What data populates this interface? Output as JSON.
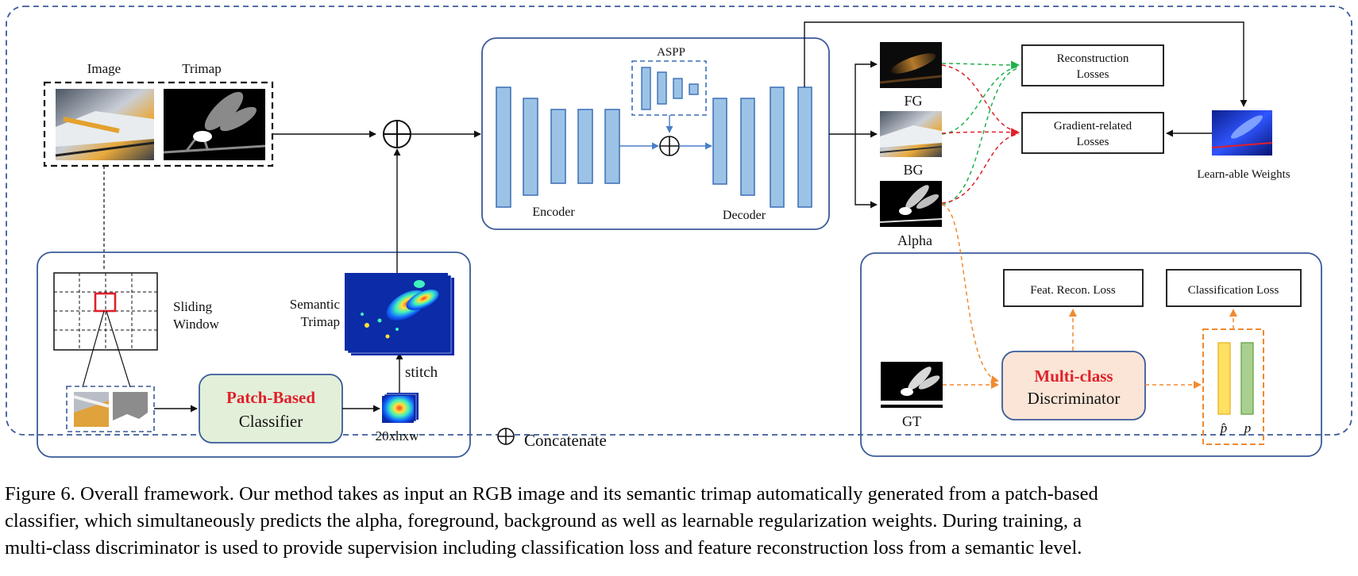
{
  "input": {
    "image_label": "Image",
    "trimap_label": "Trimap"
  },
  "sliding": {
    "label_line1": "Sliding",
    "label_line2": "Window"
  },
  "classifier": {
    "title": "Patch-Based",
    "subtitle": "Classifier",
    "size_label": "20xhxw",
    "stitch_label": "stitch"
  },
  "semantic_trimap": {
    "label_line1": "Semantic",
    "label_line2": "Trimap"
  },
  "network": {
    "aspp_label": "ASPP",
    "encoder_label": "Encoder",
    "decoder_label": "Decoder"
  },
  "outputs": {
    "fg_label": "FG",
    "bg_label": "BG",
    "alpha_label": "Alpha"
  },
  "losses": {
    "reconstruction_line1": "Reconstruction",
    "reconstruction_line2": "Losses",
    "gradient_line1": "Gradient-related",
    "gradient_line2": "Losses",
    "weights_label": "Learn-able Weights"
  },
  "discriminator": {
    "gt_label": "GT",
    "feat_loss": "Feat. Recon. Loss",
    "class_loss": "Classification Loss",
    "title": "Multi-class",
    "subtitle": "Discriminator",
    "p_hat": "p̂",
    "p": "p"
  },
  "legend": {
    "concat_label": "Concatenate"
  },
  "caption": {
    "line1": "Figure 6. Overall framework. Our method takes as input an RGB image and its semantic trimap automatically generated from a patch-based",
    "line2": "classifier, which simultaneously predicts the alpha, foreground, background as well as learnable regularization weights. During training, a",
    "line3": "multi-class discriminator is used to provide supervision including classification loss and feature reconstruction loss from a semantic level."
  },
  "colors": {
    "frame_blue": "#3a5a99",
    "layer_fill": "#9cc3e6",
    "layer_stroke": "#3b6fb5",
    "classifier_fill": "#e2efd9",
    "discriminator_fill": "#fbe5d6",
    "accent_red": "#e0202a",
    "green_arrow": "#22b04b",
    "red_arrow": "#e0202a",
    "orange_arrow": "#f08a30",
    "bar_yellow": "#ffe063",
    "bar_green": "#a9d08e"
  }
}
